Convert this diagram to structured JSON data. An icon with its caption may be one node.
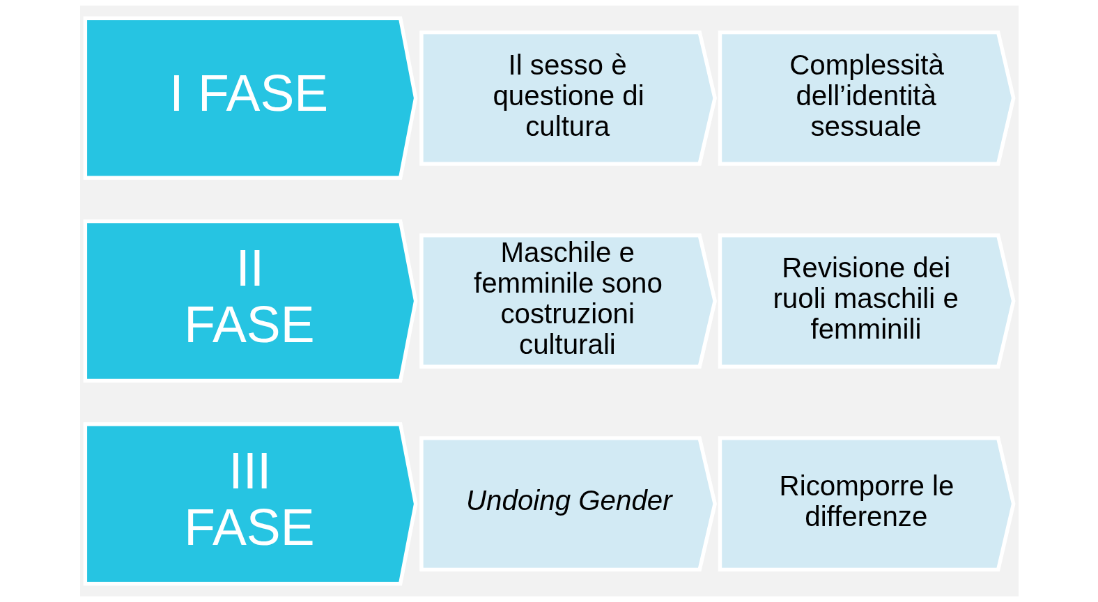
{
  "diagram": {
    "nodes": [
      {
        "text": [
          "I FASE"
        ]
      },
      {
        "text": [
          "Il sesso è questione di cultura"
        ]
      },
      {
        "text": [
          "Complessità dell’identità sessuale"
        ]
      },
      {
        "text": [
          "II FASE"
        ]
      },
      {
        "text": [
          "Maschile e femminile sono costruzioni culturali"
        ]
      },
      {
        "text": [
          "Revisione dei ruoli maschili e femminili"
        ]
      },
      {
        "text": [
          "III FASE"
        ]
      },
      {
        "text": [
          "Undoing Gender"
        ]
      },
      {
        "text": [
          "Ricomporre le differenze"
        ]
      }
    ]
  }
}
